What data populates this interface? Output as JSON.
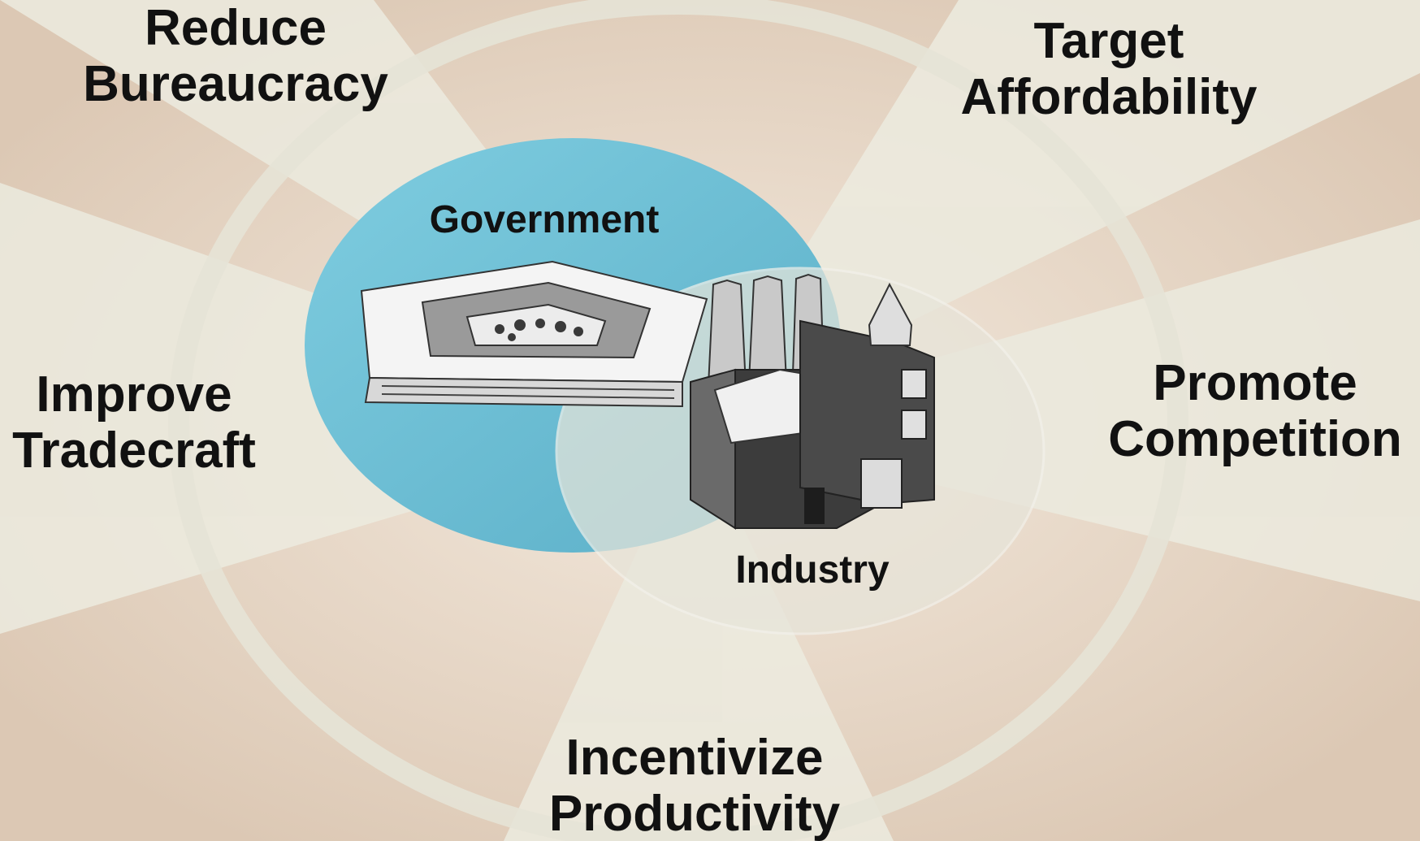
{
  "diagram": {
    "outer_labels": {
      "reduce_bureaucracy": [
        "Reduce",
        "Bureaucracy"
      ],
      "target_affordability": [
        "Target",
        "Affordability"
      ],
      "improve_tradecraft": [
        "Improve",
        "Tradecraft"
      ],
      "promote_competition": [
        "Promote",
        "Competition"
      ],
      "incentivize_productivity": [
        "Incentivize",
        "Productivity"
      ]
    },
    "venn": {
      "government": "Government",
      "industry": "Industry"
    },
    "colors": {
      "government_fill": "#6cc0d6",
      "industry_fill": "#e4e2d6",
      "wedge_light": "#ecebdf",
      "wedge_warm": "#ead9c7",
      "ring": "#e4e0d0"
    }
  }
}
